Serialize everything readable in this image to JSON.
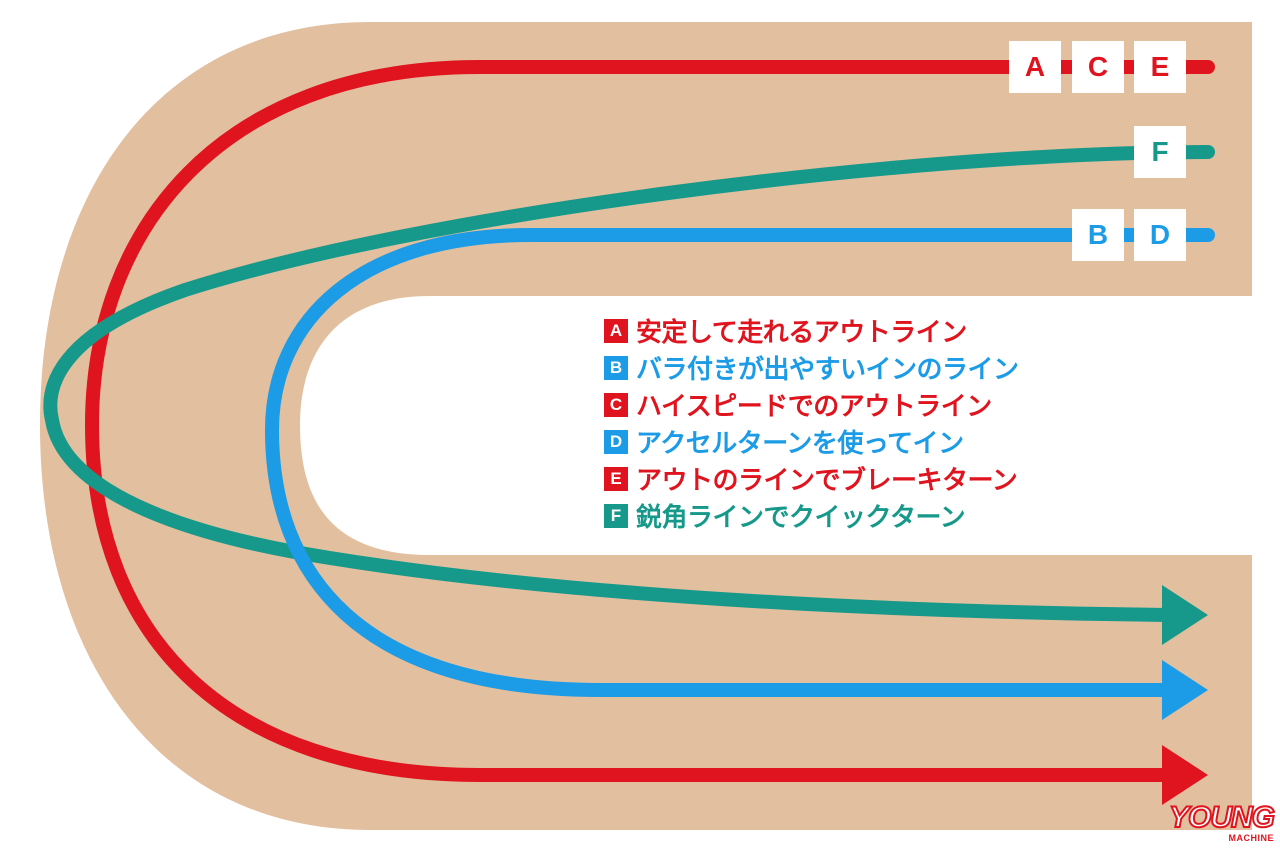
{
  "colors": {
    "track": "#e2bf9f",
    "red": "#e0141e",
    "teal": "#16998a",
    "blue": "#1c9be6",
    "background": "#ffffff"
  },
  "line_labels": {
    "red_line": [
      "A",
      "C",
      "E"
    ],
    "teal_line": [
      "F"
    ],
    "blue_line": [
      "B",
      "D"
    ]
  },
  "legend": [
    {
      "key": "A",
      "text": "安定して走れるアウトライン",
      "color": "red"
    },
    {
      "key": "B",
      "text": "バラ付きが出やすいインのライン",
      "color": "blue"
    },
    {
      "key": "C",
      "text": "ハイスピードでのアウトライン",
      "color": "red"
    },
    {
      "key": "D",
      "text": "アクセルターンを使ってイン",
      "color": "blue"
    },
    {
      "key": "E",
      "text": "アウトのラインでブレーキターン",
      "color": "red"
    },
    {
      "key": "F",
      "text": "鋭角ラインでクイックターン",
      "color": "teal"
    }
  ],
  "watermark": {
    "logo": "YOUNG",
    "sub": "MACHINE"
  }
}
